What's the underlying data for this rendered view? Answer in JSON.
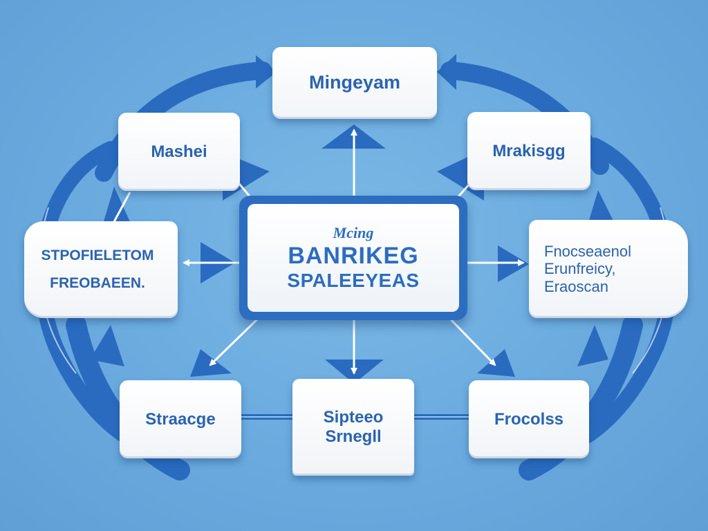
{
  "diagram": {
    "center": {
      "subtitle": "Mcing",
      "line1": "BANRIKEG",
      "line2": "SPALEEYEAS"
    },
    "nodes": {
      "top": "Mingeyam",
      "upper_left": "Mashei",
      "upper_right": "Mrakisgg",
      "left": [
        "STPOFIELETOM",
        "FREOBAEEN."
      ],
      "right": [
        "Fnocseaenol",
        "Erunfreicy,",
        "Eraoscan"
      ],
      "bottom_left": "Straacge",
      "bottom_center": [
        "Sipteeo",
        "Srnegll"
      ],
      "bottom_right": "Frocolss"
    }
  },
  "colors": {
    "background": "#6aaade",
    "accent": "#2c6dc0",
    "node": "#ffffff",
    "text": "#2a63b0"
  }
}
